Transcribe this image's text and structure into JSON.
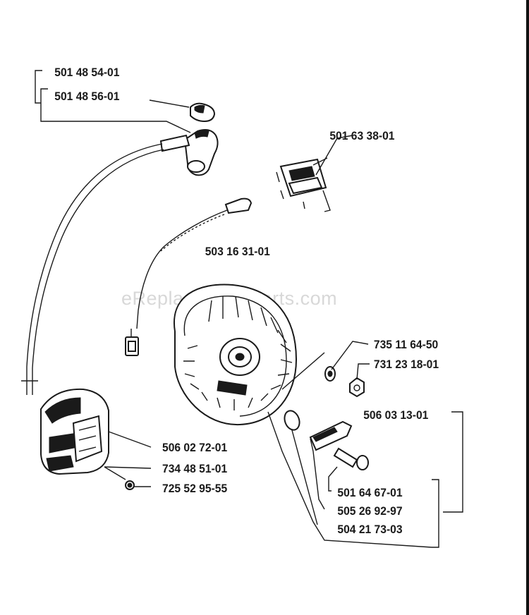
{
  "watermark": "eReplacementParts.com",
  "labels": {
    "p501485401": "501 48 54-01",
    "p501485601": "501 48 56-01",
    "p501633801": "501 63 38-01",
    "p503163101": "503 16 31-01",
    "p735116450": "735 11 64-50",
    "p731231801": "731 23 18-01",
    "p506031301": "506 03 13-01",
    "p506027201": "506 02 72-01",
    "p734485101": "734 48 51-01",
    "p725529555": "725 52 95-55",
    "p501646701": "501 64 67-01",
    "p505269297": "505 26 92-97",
    "p504217303": "504 21 73-03"
  }
}
